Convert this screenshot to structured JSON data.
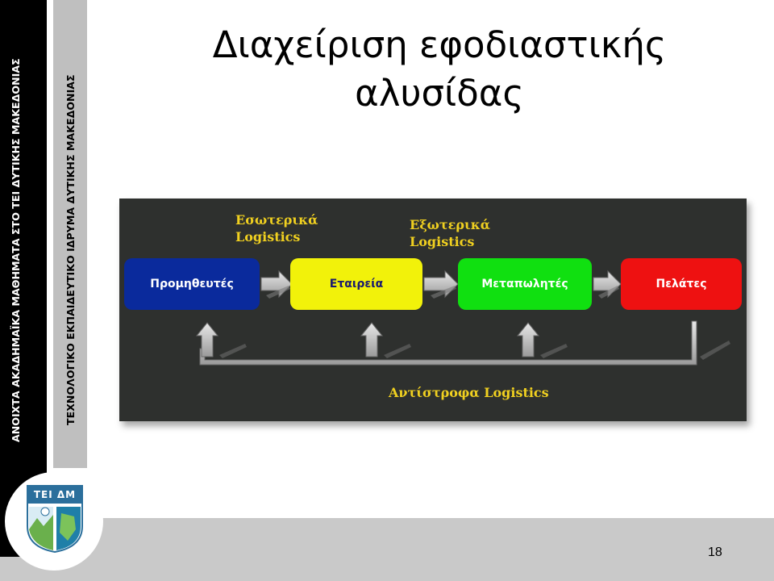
{
  "sidebar": {
    "institution_line_1": "ΑΝΟΙΧΤΑ ΑΚΑΔΗΜΑΪΚΑ ΜΑΘΗΜΑΤΑ ΣΤΟ ΤΕΙ ΔΥΤΙΚΗΣ ΜΑΚΕΔΟΝΙΑΣ",
    "institution_line_2": "ΤΕΧΝΟΛΟΓΙΚΟ ΕΚΠΑΙΔΕΥΤΙΚΟ ΙΔΡΥΜΑ ΔΥΤΙΚΗΣ ΜΑΚΕΔΟΝΙΑΣ"
  },
  "logo": {
    "text": "ΤΕΙ ΔΜ"
  },
  "slide": {
    "title_line_1": "Διαχείριση εφοδιαστικής",
    "title_line_2": "αλυσίδας",
    "page_number": "18"
  },
  "diagram": {
    "nodes": [
      {
        "label": "Προμηθευτές"
      },
      {
        "label": "Εταιρεία"
      },
      {
        "label": "Μεταπωλητές"
      },
      {
        "label": "Πελάτες"
      }
    ],
    "internal_label_1": "Εσωτερικά",
    "internal_label_2": "Logistics",
    "external_label_1": "Εξωτερικά",
    "external_label_2": "Logistics",
    "reverse_label": "Αντίστροφα Logistics",
    "colors": {
      "background": "#2e302e",
      "suppliers": "#0a2a9c",
      "company": "#f2f20a",
      "resellers": "#10e010",
      "customers": "#ee1111",
      "label": "#f0d020",
      "arrow": "#cfcfcf"
    }
  }
}
